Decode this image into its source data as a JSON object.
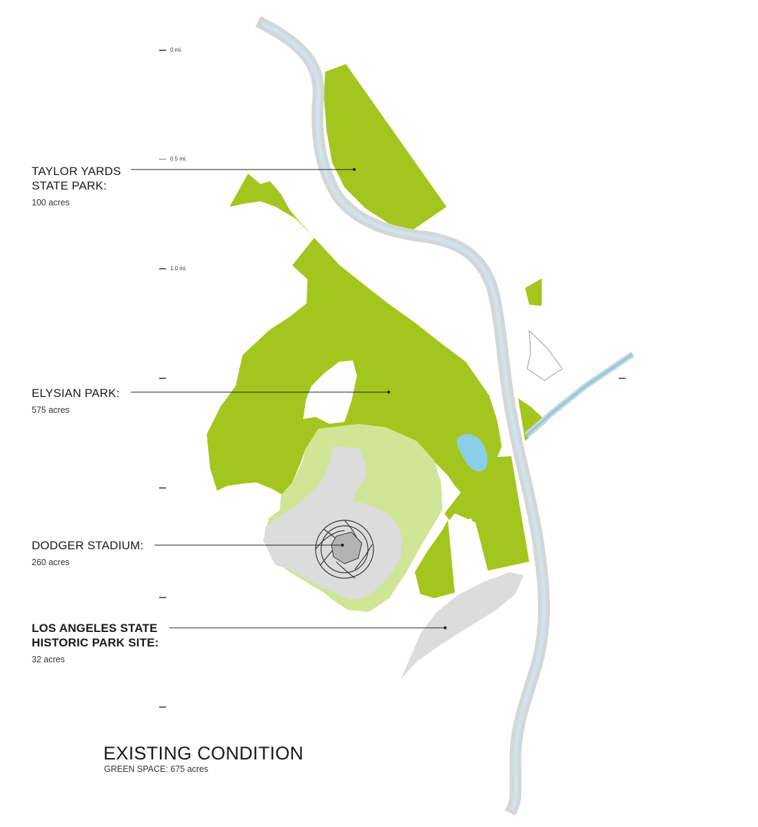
{
  "scale": {
    "ticks": [
      "0 mi.",
      "0.5 mi.",
      "1.0 mi."
    ]
  },
  "labels": [
    {
      "name_line1": "TAYLOR YARDS",
      "name_line2": "STATE PARK:",
      "area": "100 acres"
    },
    {
      "name_line1": "ELYSIAN PARK:",
      "name_line2": "",
      "area": "575 acres"
    },
    {
      "name_line1": "DODGER STADIUM:",
      "name_line2": "",
      "area": "260 acres"
    },
    {
      "name_line1": "LOS ANGELES STATE",
      "name_line2": "HISTORIC PARK SITE:",
      "area": "32 acres"
    }
  ],
  "footer": {
    "title": "EXISTING CONDITION",
    "subtitle": "GREEN SPACE: 675 acres"
  },
  "colors": {
    "park_green": "#a3c61f",
    "light_green": "#d1e596",
    "paved_gray": "#dcdcdc",
    "stadium_gray": "#b3b3b3",
    "river_water": "#cce4ee",
    "river_bank": "#d6d6d6",
    "lake_blue": "#8acfe4",
    "leader_line": "#222222"
  }
}
